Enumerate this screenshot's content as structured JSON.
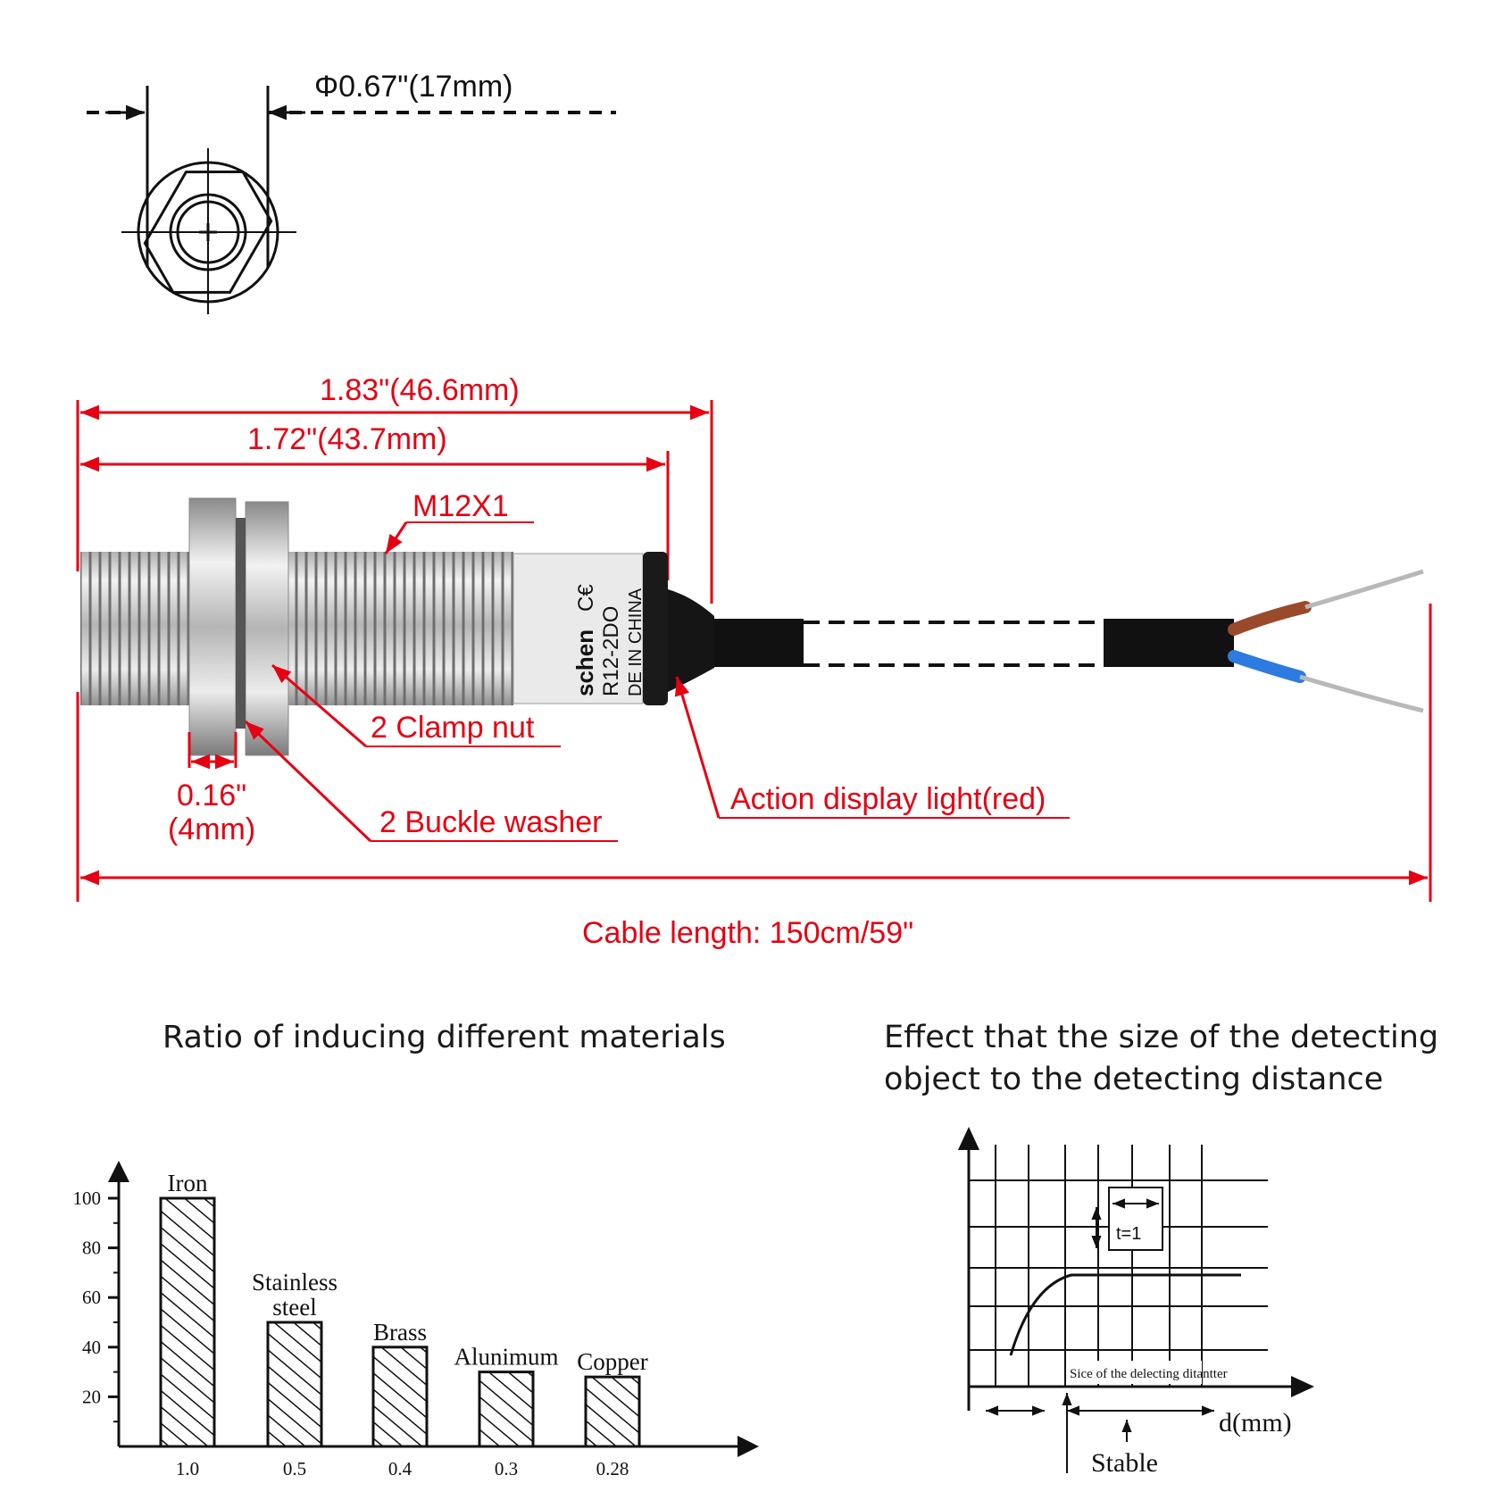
{
  "top_view": {
    "diameter_label": "Φ0.67\"(17mm)"
  },
  "dimensions": {
    "total_length": "1.83\"(46.6mm)",
    "body_length": "1.72\"(43.7mm)",
    "thread": "M12X1",
    "clamp_nut": "2 Clamp nut",
    "washer_width_in": "0.16\"",
    "washer_width_mm": "(4mm)",
    "buckle_washer": "2 Buckle washer",
    "light": "Action display light(red)",
    "cable_length": "Cable length: 150cm/59\""
  },
  "sensor_label": {
    "brand": "schen",
    "model": "R12-2DO",
    "origin": "DE IN CHINA",
    "ce": "C€"
  },
  "colors": {
    "accent": "#e60012",
    "wire_brown": "#9a4a2a",
    "wire_blue": "#2d7be0",
    "cable": "#111111"
  },
  "chart_data": [
    {
      "type": "bar",
      "title": "Ratio of inducing different materials",
      "categories": [
        "Iron",
        "Stainless steel",
        "Brass",
        "Alunimum",
        "Copper"
      ],
      "category_labels": [
        [
          "Iron"
        ],
        [
          "Stainless",
          "steel"
        ],
        [
          "Brass"
        ],
        [
          "Alunimum"
        ],
        [
          "Copper"
        ]
      ],
      "x_tick_labels": [
        "1.0",
        "0.5",
        "0.4",
        "0.3",
        "0.28"
      ],
      "values": [
        100,
        50,
        40,
        30,
        28
      ],
      "y_ticks": [
        "20",
        "40",
        "60",
        "80",
        "100"
      ],
      "ylim": [
        0,
        115
      ]
    },
    {
      "type": "line",
      "title_lines": [
        "Effect that the size of the detecting",
        "object to the detecting distance"
      ],
      "x_axis_label": "d(mm)",
      "stable_label": "Stable",
      "box_label": "t=1",
      "curve_label": "Sice of the delecting ditantter"
    }
  ]
}
